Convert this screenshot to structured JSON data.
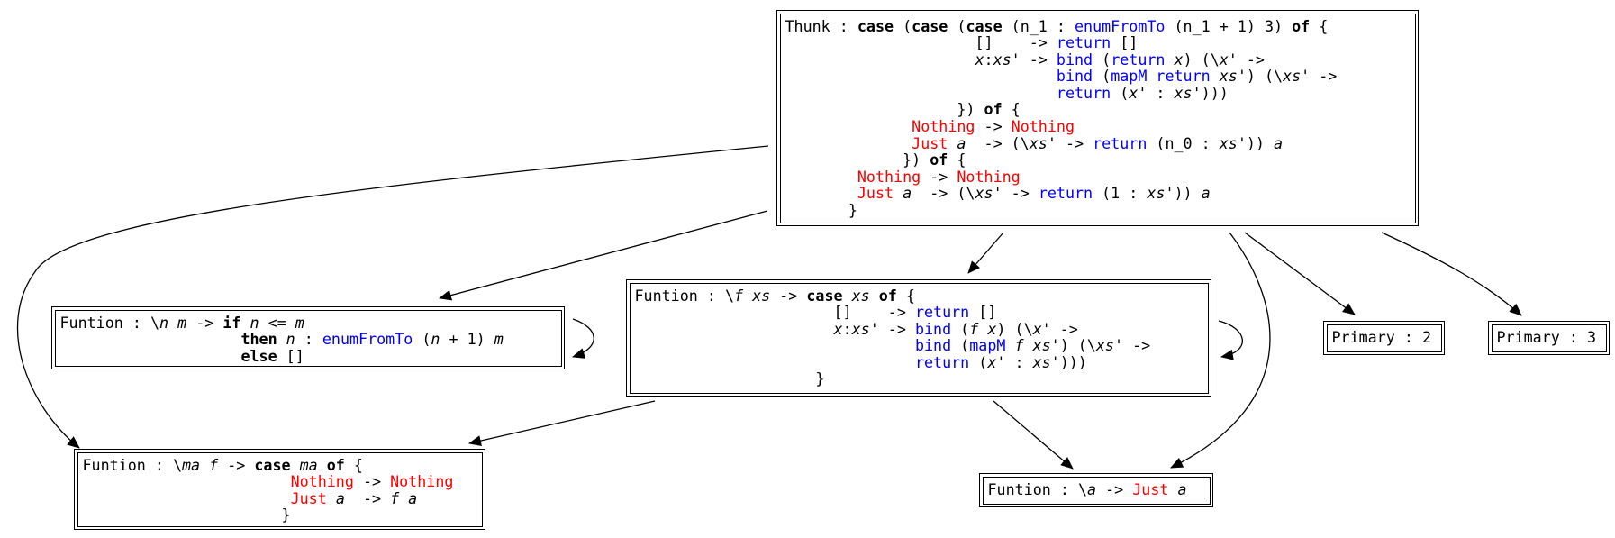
{
  "nodes": [
    {
      "id": "thunk",
      "name": "thunk-node",
      "lines": [
        [
          [
            "p",
            "Thunk : "
          ],
          [
            "k",
            "case"
          ],
          [
            "p",
            " ("
          ],
          [
            "k",
            "case"
          ],
          [
            "p",
            " ("
          ],
          [
            "k",
            "case"
          ],
          [
            "p",
            " (n_1 : "
          ],
          [
            "f",
            "enumFromTo"
          ],
          [
            "p",
            " (n_1 + 1) 3) "
          ],
          [
            "k",
            "of"
          ],
          [
            "p",
            " {"
          ]
        ],
        [
          [
            "p",
            "                     []    -> "
          ],
          [
            "f",
            "return"
          ],
          [
            "p",
            " []"
          ]
        ],
        [
          [
            "p",
            "                     "
          ],
          [
            "v",
            "x"
          ],
          [
            "p",
            ":"
          ],
          [
            "v",
            "xs"
          ],
          [
            "p",
            "' -> "
          ],
          [
            "f",
            "bind"
          ],
          [
            "p",
            " ("
          ],
          [
            "f",
            "return"
          ],
          [
            "p",
            " "
          ],
          [
            "v",
            "x"
          ],
          [
            "p",
            ") (\\"
          ],
          [
            "v",
            "x"
          ],
          [
            "p",
            "' ->"
          ]
        ],
        [
          [
            "p",
            "                              "
          ],
          [
            "f",
            "bind"
          ],
          [
            "p",
            " ("
          ],
          [
            "f",
            "mapM"
          ],
          [
            "p",
            " "
          ],
          [
            "f",
            "return"
          ],
          [
            "p",
            " "
          ],
          [
            "v",
            "xs"
          ],
          [
            "p",
            "') (\\"
          ],
          [
            "v",
            "xs"
          ],
          [
            "p",
            "' ->"
          ]
        ],
        [
          [
            "p",
            "                              "
          ],
          [
            "f",
            "return"
          ],
          [
            "p",
            " ("
          ],
          [
            "v",
            "x"
          ],
          [
            "p",
            "' : "
          ],
          [
            "v",
            "xs"
          ],
          [
            "p",
            "')))"
          ]
        ],
        [
          [
            "p",
            "                   }) "
          ],
          [
            "k",
            "of"
          ],
          [
            "p",
            " {"
          ]
        ],
        [
          [
            "p",
            "              "
          ],
          [
            "c",
            "Nothing"
          ],
          [
            "p",
            " -> "
          ],
          [
            "c",
            "Nothing"
          ]
        ],
        [
          [
            "p",
            "              "
          ],
          [
            "c",
            "Just"
          ],
          [
            "p",
            " "
          ],
          [
            "v",
            "a"
          ],
          [
            "p",
            "  -> (\\"
          ],
          [
            "v",
            "xs"
          ],
          [
            "p",
            "' -> "
          ],
          [
            "f",
            "return"
          ],
          [
            "p",
            " (n_0 : "
          ],
          [
            "v",
            "xs"
          ],
          [
            "p",
            "')) "
          ],
          [
            "v",
            "a"
          ]
        ],
        [
          [
            "p",
            "             }) "
          ],
          [
            "k",
            "of"
          ],
          [
            "p",
            " {"
          ]
        ],
        [
          [
            "p",
            "        "
          ],
          [
            "c",
            "Nothing"
          ],
          [
            "p",
            " -> "
          ],
          [
            "c",
            "Nothing"
          ]
        ],
        [
          [
            "p",
            "        "
          ],
          [
            "c",
            "Just"
          ],
          [
            "p",
            " "
          ],
          [
            "v",
            "a"
          ],
          [
            "p",
            "  -> (\\"
          ],
          [
            "v",
            "xs"
          ],
          [
            "p",
            "' -> "
          ],
          [
            "f",
            "return"
          ],
          [
            "p",
            " (1 : "
          ],
          [
            "v",
            "xs"
          ],
          [
            "p",
            "')) "
          ],
          [
            "v",
            "a"
          ]
        ],
        [
          [
            "p",
            "       }"
          ]
        ]
      ]
    },
    {
      "id": "enumfromto",
      "name": "enumfromto-function-node",
      "lines": [
        [
          [
            "p",
            "Funtion : \\"
          ],
          [
            "v",
            "n m"
          ],
          [
            "p",
            " -> "
          ],
          [
            "k",
            "if"
          ],
          [
            "p",
            " "
          ],
          [
            "v",
            "n"
          ],
          [
            "p",
            " <= "
          ],
          [
            "v",
            "m"
          ]
        ],
        [
          [
            "p",
            "                    "
          ],
          [
            "k",
            "then"
          ],
          [
            "p",
            " "
          ],
          [
            "v",
            "n"
          ],
          [
            "p",
            " : "
          ],
          [
            "f",
            "enumFromTo"
          ],
          [
            "p",
            " ("
          ],
          [
            "v",
            "n"
          ],
          [
            "p",
            " + 1) "
          ],
          [
            "v",
            "m"
          ]
        ],
        [
          [
            "p",
            "                    "
          ],
          [
            "k",
            "else"
          ],
          [
            "p",
            " []"
          ]
        ]
      ]
    },
    {
      "id": "mapm",
      "name": "mapm-function-node",
      "lines": [
        [
          [
            "p",
            "Funtion : \\"
          ],
          [
            "v",
            "f xs"
          ],
          [
            "p",
            " -> "
          ],
          [
            "k",
            "case"
          ],
          [
            "p",
            " "
          ],
          [
            "v",
            "xs"
          ],
          [
            "p",
            " "
          ],
          [
            "k",
            "of"
          ],
          [
            "p",
            " {"
          ]
        ],
        [
          [
            "p",
            "                      []    -> "
          ],
          [
            "f",
            "return"
          ],
          [
            "p",
            " []"
          ]
        ],
        [
          [
            "p",
            "                      "
          ],
          [
            "v",
            "x"
          ],
          [
            "p",
            ":"
          ],
          [
            "v",
            "xs"
          ],
          [
            "p",
            "' -> "
          ],
          [
            "f",
            "bind"
          ],
          [
            "p",
            " ("
          ],
          [
            "v",
            "f x"
          ],
          [
            "p",
            ") (\\"
          ],
          [
            "v",
            "x"
          ],
          [
            "p",
            "' ->"
          ]
        ],
        [
          [
            "p",
            "                               "
          ],
          [
            "f",
            "bind"
          ],
          [
            "p",
            " ("
          ],
          [
            "f",
            "mapM"
          ],
          [
            "p",
            " "
          ],
          [
            "v",
            "f xs"
          ],
          [
            "p",
            "') (\\"
          ],
          [
            "v",
            "xs"
          ],
          [
            "p",
            "' ->"
          ]
        ],
        [
          [
            "p",
            "                               "
          ],
          [
            "f",
            "return"
          ],
          [
            "p",
            " ("
          ],
          [
            "v",
            "x"
          ],
          [
            "p",
            "' : "
          ],
          [
            "v",
            "xs"
          ],
          [
            "p",
            "')))"
          ]
        ],
        [
          [
            "p",
            "                    }"
          ]
        ]
      ]
    },
    {
      "id": "bind",
      "name": "bind-function-node",
      "lines": [
        [
          [
            "p",
            "Funtion : \\"
          ],
          [
            "v",
            "ma f"
          ],
          [
            "p",
            " -> "
          ],
          [
            "k",
            "case"
          ],
          [
            "p",
            " "
          ],
          [
            "v",
            "ma"
          ],
          [
            "p",
            " "
          ],
          [
            "k",
            "of"
          ],
          [
            "p",
            " {"
          ]
        ],
        [
          [
            "p",
            "                       "
          ],
          [
            "c",
            "Nothing"
          ],
          [
            "p",
            " -> "
          ],
          [
            "c",
            "Nothing"
          ]
        ],
        [
          [
            "p",
            "                       "
          ],
          [
            "c",
            "Just"
          ],
          [
            "p",
            " "
          ],
          [
            "v",
            "a"
          ],
          [
            "p",
            "  -> "
          ],
          [
            "v",
            "f a"
          ]
        ],
        [
          [
            "p",
            "                      }"
          ]
        ]
      ]
    },
    {
      "id": "just",
      "name": "just-function-node",
      "lines": [
        [
          [
            "p",
            "Funtion : \\"
          ],
          [
            "v",
            "a"
          ],
          [
            "p",
            " -> "
          ],
          [
            "c",
            "Just"
          ],
          [
            "p",
            " "
          ],
          [
            "v",
            "a"
          ]
        ]
      ]
    },
    {
      "id": "prim2",
      "name": "primary-2-node",
      "lines": [
        [
          [
            "p",
            "Primary : 2"
          ]
        ]
      ]
    },
    {
      "id": "prim3",
      "name": "primary-3-node",
      "lines": [
        [
          [
            "p",
            "Primary : 3"
          ]
        ]
      ]
    }
  ],
  "edges": [
    {
      "from": "thunk",
      "to": "bind"
    },
    {
      "from": "thunk",
      "to": "enumfromto"
    },
    {
      "from": "thunk",
      "to": "mapm"
    },
    {
      "from": "thunk",
      "to": "just"
    },
    {
      "from": "thunk",
      "to": "prim2"
    },
    {
      "from": "thunk",
      "to": "prim3"
    },
    {
      "from": "enumfromto",
      "to": "enumfromto"
    },
    {
      "from": "mapm",
      "to": "mapm"
    },
    {
      "from": "mapm",
      "to": "bind"
    },
    {
      "from": "mapm",
      "to": "just"
    }
  ]
}
